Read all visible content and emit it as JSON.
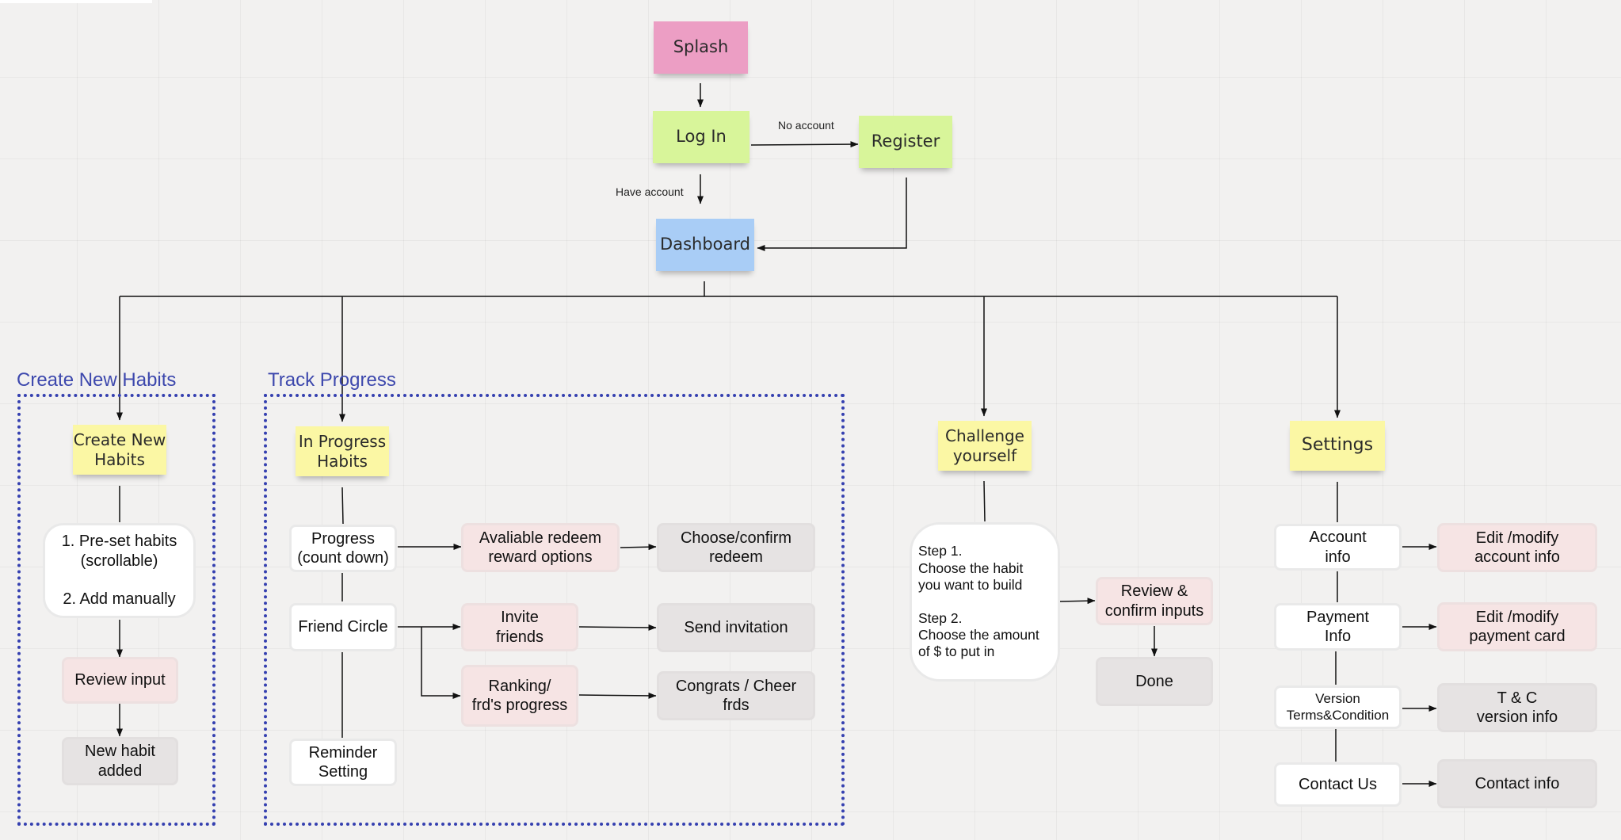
{
  "nodes": {
    "splash": "Splash",
    "login": "Log In",
    "register": "Register",
    "dashboard": "Dashboard",
    "create_new_habits": "Create New\nHabits",
    "in_progress_habits": "In Progress\nHabits",
    "challenge_yourself": "Challenge\nyourself",
    "settings": "Settings",
    "preset_habits": "1. Pre-set habits\n(scrollable)\n\n2. Add manually",
    "review_input": "Review input",
    "new_habit_added": "New habit\nadded",
    "progress": "Progress\n(count down)",
    "available_redeem": "Avaliable redeem\nreward options",
    "choose_confirm": "Choose/confirm\nredeem",
    "friend_circle": "Friend Circle",
    "invite_friends": "Invite\nfriends",
    "send_invitation": "Send invitation",
    "ranking": "Ranking/\nfrd's progress",
    "congrats": "Congrats / Cheer\nfrds",
    "reminder": "Reminder\nSetting",
    "steps": "Step 1.\nChoose the habit\nyou want to build\n\nStep 2.\nChoose the amount\nof $ to put in",
    "review_confirm": "Review &\nconfirm inputs",
    "done": "Done",
    "account_info": "Account\ninfo",
    "edit_account": "Edit /modify\naccount info",
    "payment_info": "Payment\nInfo",
    "edit_payment": "Edit /modify\npayment card",
    "version": "Version\nTerms&Condition",
    "tc_version": "T & C\nversion info",
    "contact_us": "Contact Us",
    "contact_info": "Contact info"
  },
  "edge_labels": {
    "no_account": "No account",
    "have_account": "Have account"
  },
  "groups": {
    "create_new_habits": "Create New Habits",
    "track_progress": "Track Progress"
  },
  "colors": {
    "splash": "#ec9ec4",
    "auth": "#d8f59a",
    "dashboard": "#a9cdf6",
    "section": "#fbf7a4",
    "group_frame": "#3540b0"
  }
}
